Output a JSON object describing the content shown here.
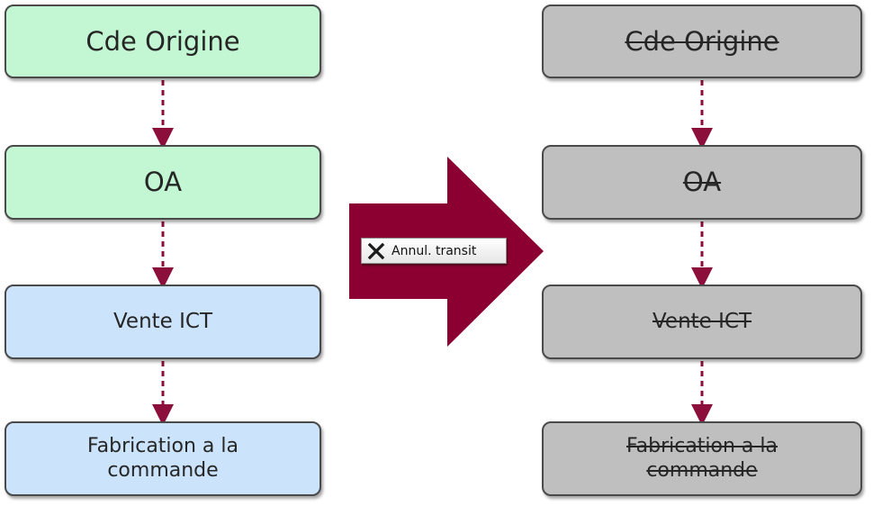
{
  "colors": {
    "green_box": "#c3f7d3",
    "blue_box": "#cbe3fb",
    "grey_box": "#bfbfbf",
    "connector": "#8b0f3a",
    "big_arrow": "#8b0030"
  },
  "left_flow": {
    "nodes": [
      "Cde Origine",
      "OA",
      "Vente ICT",
      "Fabrication a la commande"
    ]
  },
  "right_flow": {
    "nodes": [
      "Cde Origine",
      "OA",
      "Vente ICT",
      "Fabrication a la commande"
    ]
  },
  "action": {
    "label": "Annul. transit",
    "icon": "close-icon"
  }
}
